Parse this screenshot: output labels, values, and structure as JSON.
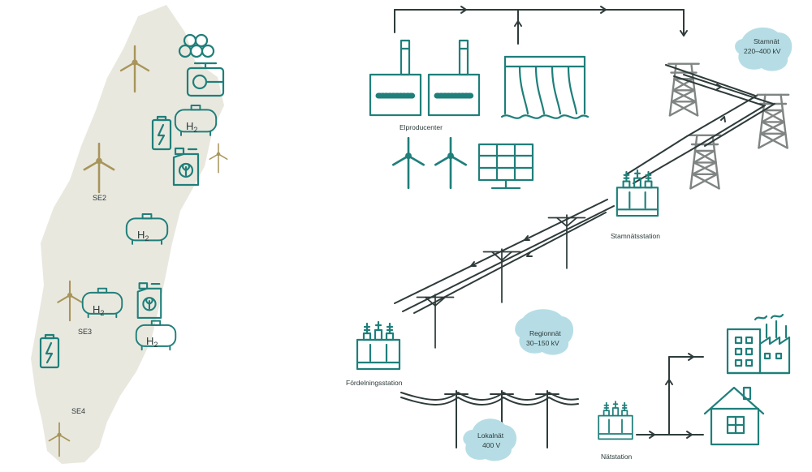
{
  "map": {
    "zones": [
      "SE2",
      "SE3",
      "SE4"
    ]
  },
  "grid": {
    "producers_label": "Elproducenter",
    "transmission_label": "Stamnät",
    "transmission_voltage": "220–400 kV",
    "transmission_station_label": "Stamnätsstation",
    "regional_label": "Regionnät",
    "regional_voltage": "30–150 kV",
    "distribution_station_label": "Fördelningsstation",
    "local_label": "Lokalnät",
    "local_voltage": "400 V",
    "network_station_label": "Nätstation"
  },
  "colors": {
    "teal": "#1f7f7a",
    "map_fill": "#e9e8df",
    "bubble": "#b6dde5",
    "gold": "#a8955a",
    "pylon_gray": "#7f8583"
  }
}
